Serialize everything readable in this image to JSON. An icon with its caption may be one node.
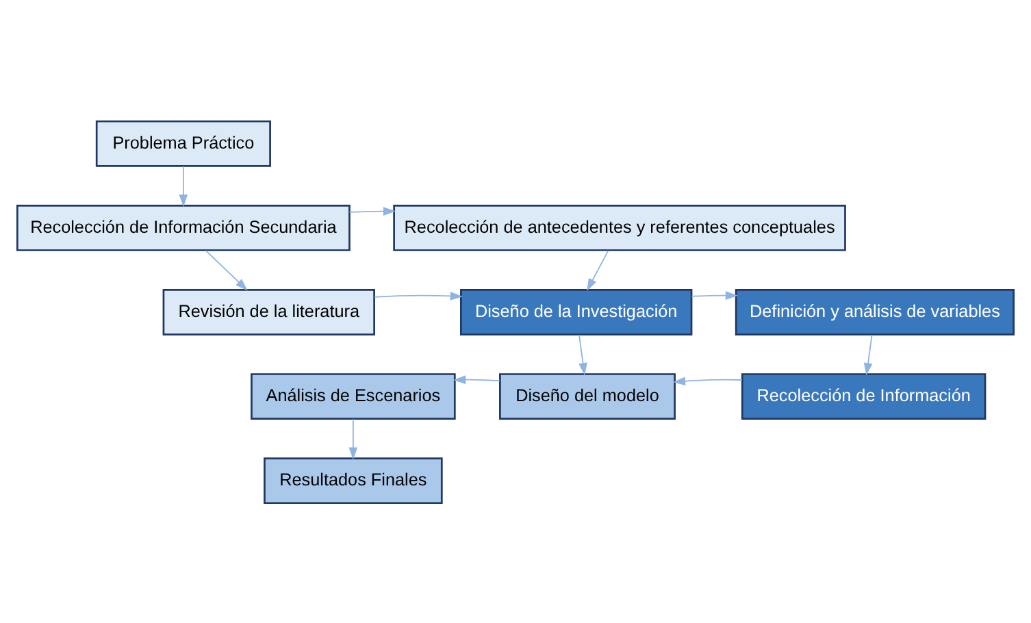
{
  "diagram": {
    "nodes": [
      {
        "text": [
          "Problema Práctico"
        ]
      },
      {
        "text": [
          "Recolección de Información Secundaria"
        ]
      },
      {
        "text": [
          "Recolección de antecedentes y referentes conceptuales"
        ]
      },
      {
        "text": [
          "Revisión de la literatura"
        ]
      },
      {
        "text": [
          "Diseño de la Investigación"
        ]
      },
      {
        "text": [
          "Definición y análisis de variables"
        ]
      },
      {
        "text": [
          "Análisis de Escenarios"
        ]
      },
      {
        "text": [
          "Diseño del modelo"
        ]
      },
      {
        "text": [
          "Recolección de Información"
        ]
      },
      {
        "text": [
          "Resultados Finales"
        ]
      }
    ],
    "edges": [
      {
        "from": 0,
        "to": 1,
        "arrow": "to"
      },
      {
        "from": 1,
        "to": 2,
        "arrow": "to"
      },
      {
        "from": 1,
        "to": 3,
        "arrow": "to"
      },
      {
        "from": 2,
        "to": 4,
        "arrow": "to"
      },
      {
        "from": 3,
        "to": 4,
        "arrow": "to"
      },
      {
        "from": 4,
        "to": 5,
        "arrow": "to"
      },
      {
        "from": 5,
        "to": 8,
        "arrow": "to"
      },
      {
        "from": 4,
        "to": 7,
        "arrow": "to"
      },
      {
        "from": 8,
        "to": 7,
        "arrow": "to"
      },
      {
        "from": 7,
        "to": 6,
        "arrow": "to"
      },
      {
        "from": 6,
        "to": 9,
        "arrow": "to"
      }
    ]
  }
}
